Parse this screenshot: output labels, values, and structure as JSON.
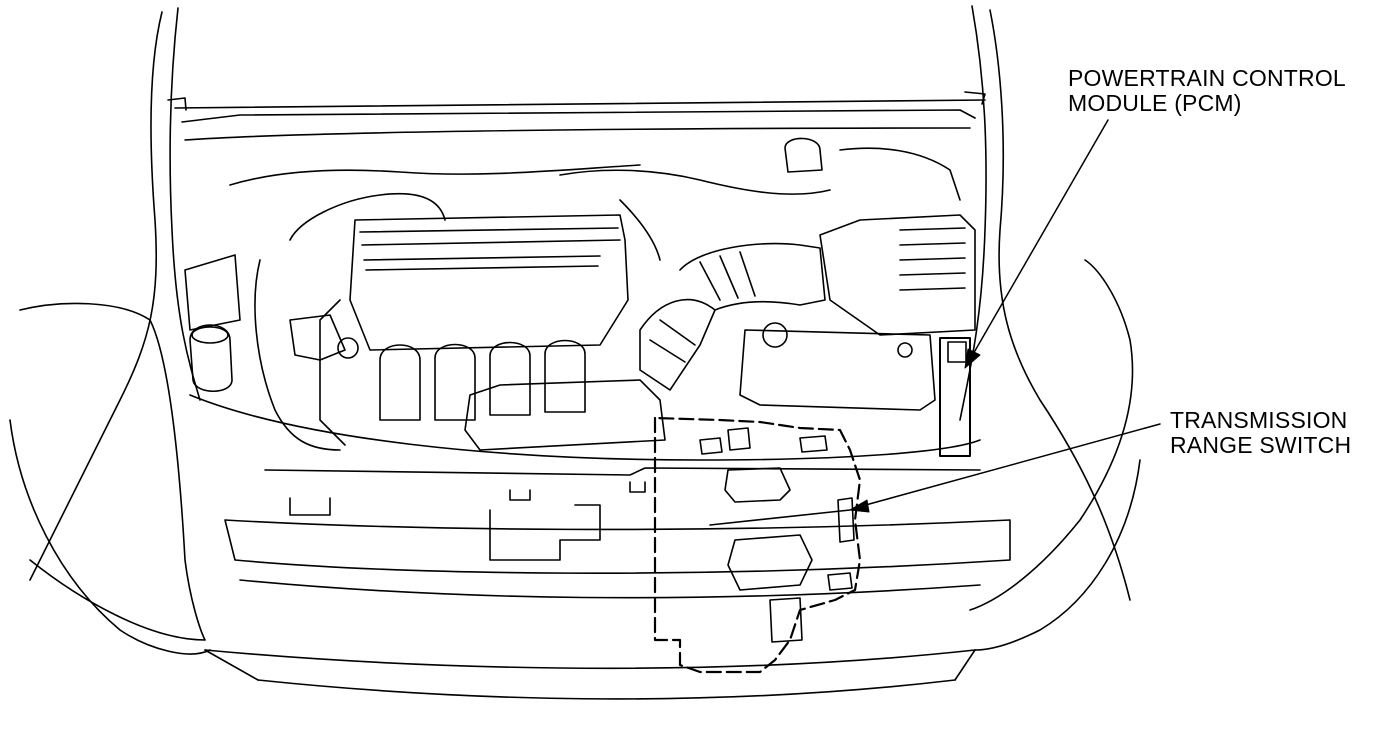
{
  "labels": {
    "pcm": {
      "line1": "POWERTRAIN CONTROL",
      "line2": "MODULE (PCM)"
    },
    "transmission_range_switch": {
      "line1": "TRANSMISSION",
      "line2": "RANGE SWITCH"
    }
  },
  "colors": {
    "ink": "#000000",
    "paper": "#ffffff"
  }
}
